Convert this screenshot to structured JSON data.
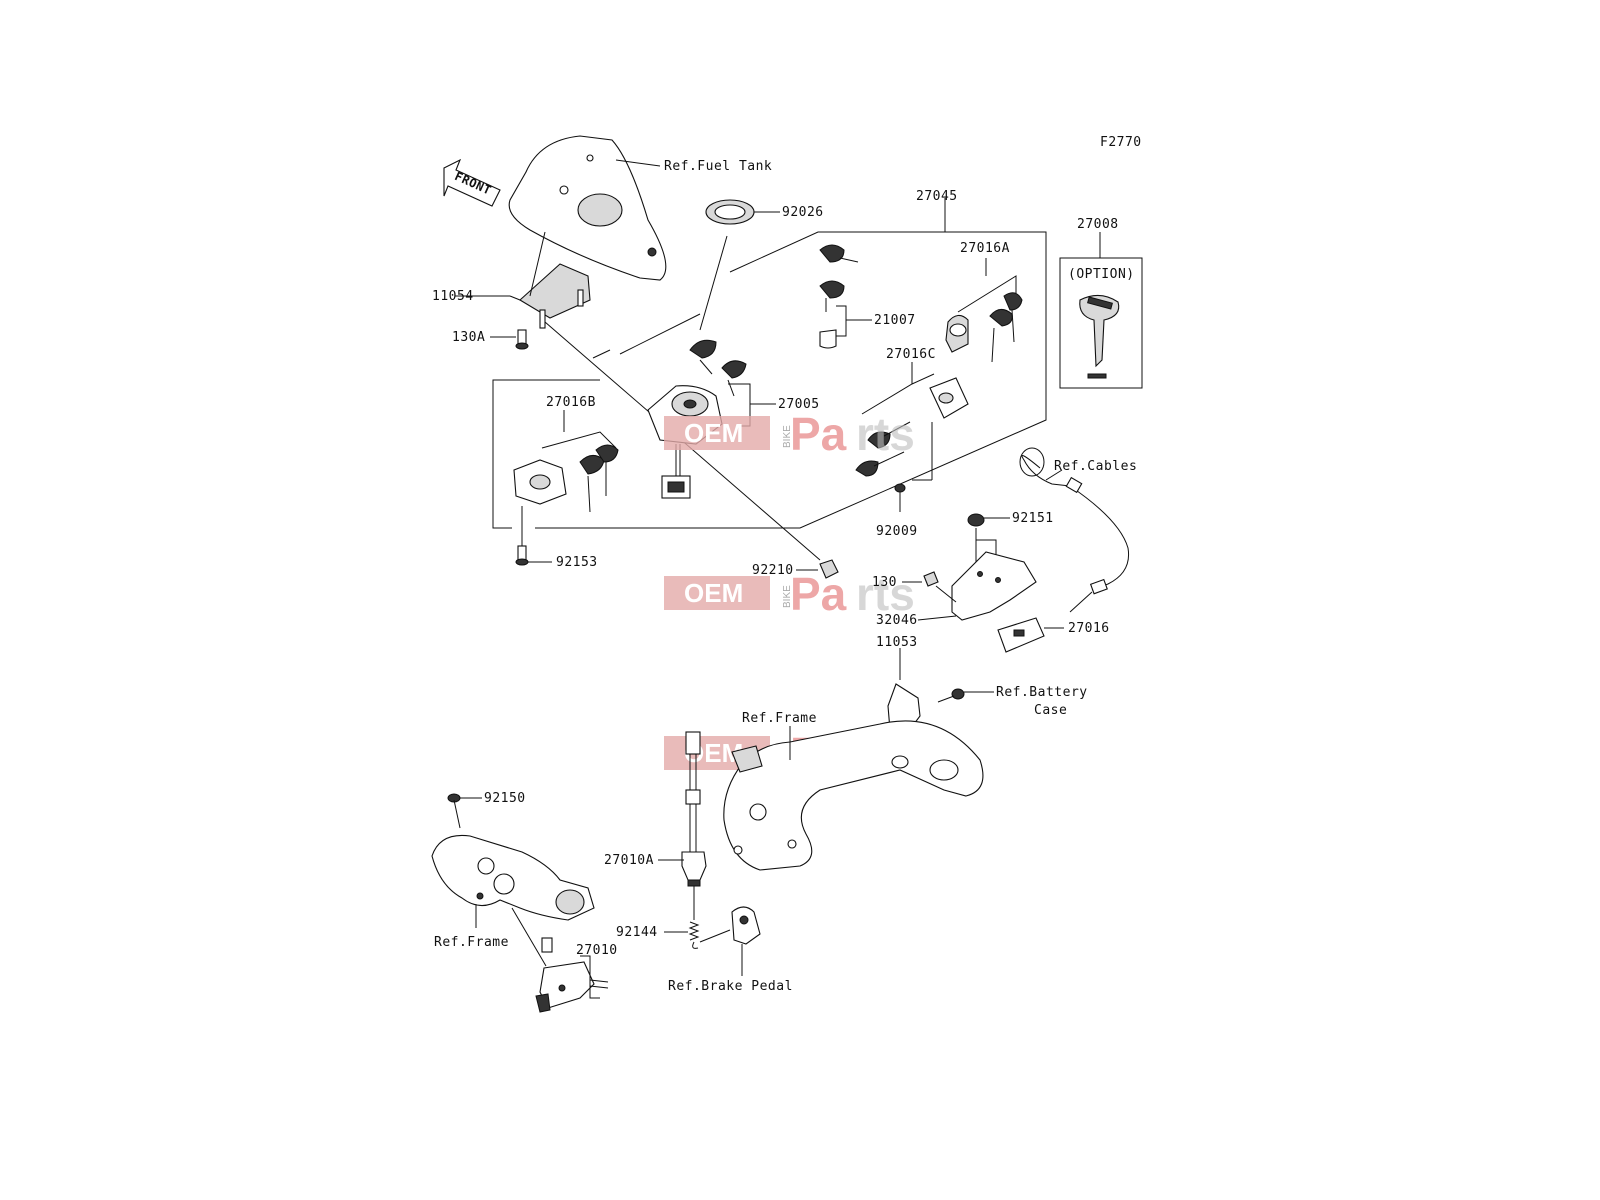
{
  "diagram_code": "F2770",
  "front_label": "FRONT",
  "watermark": {
    "oem": "OEM",
    "bike": "BIKE",
    "parts_a": "Pa",
    "parts_b": "rts"
  },
  "labels": {
    "ref_fuel_tank": "Ref.Fuel Tank",
    "p92026": "92026",
    "p27045": "27045",
    "p27008": "27008",
    "option": "(OPTION)",
    "p27016A": "27016A",
    "p11054": "11054",
    "p21007": "21007",
    "p130A": "130A",
    "p27016C": "27016C",
    "p27005": "27005",
    "p27016B": "27016B",
    "ref_cables": "Ref.Cables",
    "p92151": "92151",
    "p92009": "92009",
    "p92153": "92153",
    "p92210": "92210",
    "p130": "130",
    "p32046": "32046",
    "p27016": "27016",
    "p11053": "11053",
    "ref_battery": "Ref.Battery",
    "case": "Case",
    "ref_frame_top": "Ref.Frame",
    "p92150": "92150",
    "p27010A": "27010A",
    "p92144": "92144",
    "ref_frame_bottom": "Ref.Frame",
    "p27010": "27010",
    "ref_brake_pedal": "Ref.Brake Pedal"
  }
}
